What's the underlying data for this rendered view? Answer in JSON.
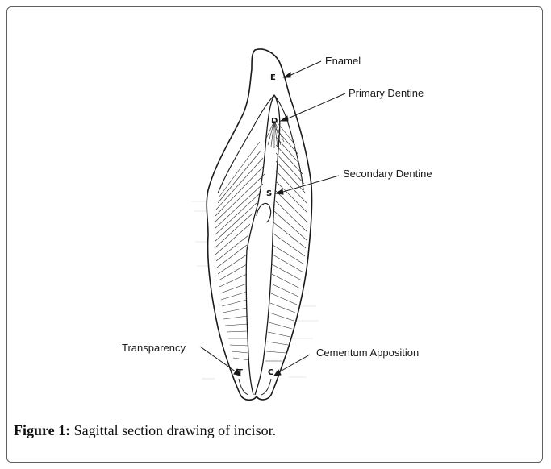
{
  "figure": {
    "labels": {
      "enamel": "Enamel",
      "primary_dentine": "Primary Dentine",
      "secondary_dentine": "Secondary Dentine",
      "transparency": "Transparency",
      "cementum_apposition": "Cementum Apposition"
    },
    "letters": {
      "e": "E",
      "d": "D",
      "s": "S",
      "t": "T",
      "c": "C"
    }
  },
  "caption": {
    "prefix": "Figure 1:",
    "text": " Sagittal section drawing of incisor."
  }
}
